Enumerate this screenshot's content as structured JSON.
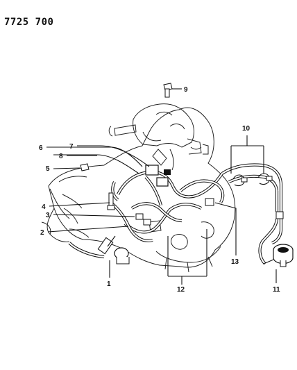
{
  "header": {
    "diagram_code": "7725 700"
  },
  "callouts": [
    {
      "id": "c1",
      "text": "1"
    },
    {
      "id": "c2",
      "text": "2"
    },
    {
      "id": "c3",
      "text": "3"
    },
    {
      "id": "c4",
      "text": "4"
    },
    {
      "id": "c5",
      "text": "5"
    },
    {
      "id": "c6",
      "text": "6"
    },
    {
      "id": "c7",
      "text": "7"
    },
    {
      "id": "c8",
      "text": "8"
    },
    {
      "id": "c9",
      "text": "9"
    },
    {
      "id": "c10",
      "text": "10"
    },
    {
      "id": "c11",
      "text": "11"
    },
    {
      "id": "c12",
      "text": "12"
    },
    {
      "id": "c13",
      "text": "13"
    }
  ]
}
